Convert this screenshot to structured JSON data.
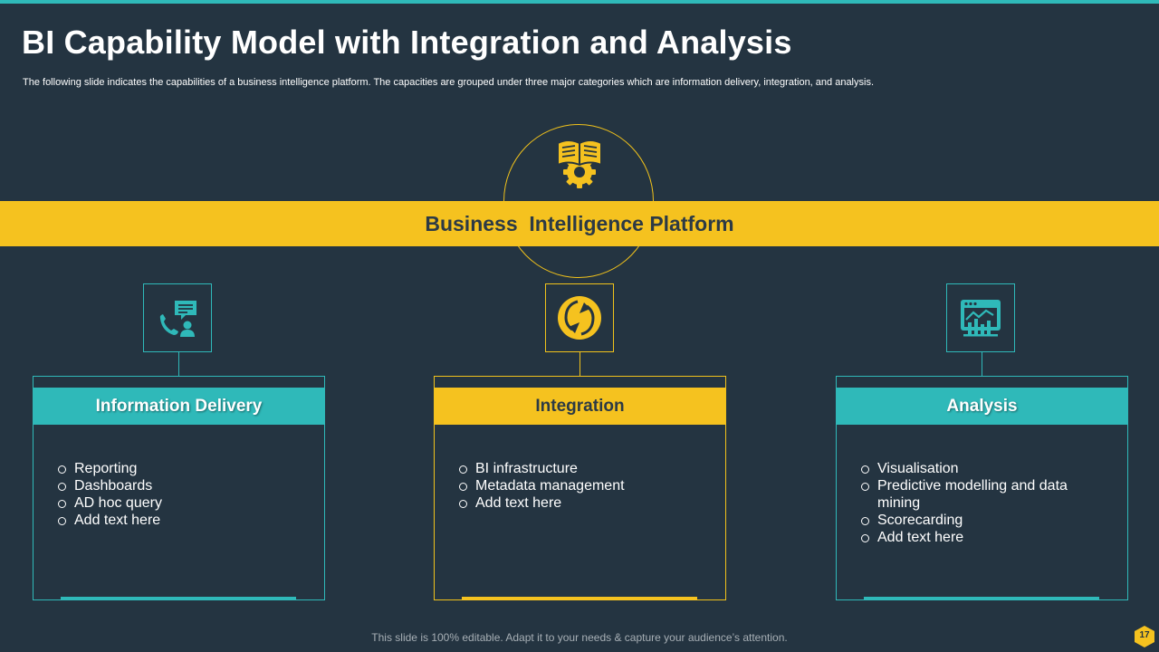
{
  "slide": {
    "title": "BI Capability Model with Integration and Analysis",
    "subtitle": "The following slide indicates the capabilities of a business intelligence platform. The capacities are grouped under three major categories which are information delivery, integration, and analysis.",
    "platform_label": "Business  Intelligence Platform",
    "footer_text": "This slide is 100% editable. Adapt it to your needs & capture your audience’s attention.",
    "page_number": "17"
  },
  "colors": {
    "background": "#243441",
    "teal": "#2FB9B9",
    "yellow": "#F5C21F",
    "text_dark": "#2C3A45"
  },
  "icons": {
    "hub": "book-gear-icon",
    "information_delivery": "call-chat-user-icon",
    "integration": "sync-arrows-icon",
    "analysis": "dashboard-chart-icon"
  },
  "cards": [
    {
      "title": "Information Delivery",
      "items": [
        "Reporting",
        "Dashboards",
        "AD hoc query",
        "Add text here"
      ]
    },
    {
      "title": "Integration",
      "items": [
        "BI infrastructure",
        "Metadata management",
        "Add text here"
      ]
    },
    {
      "title": "Analysis",
      "items": [
        "Visualisation",
        "Predictive modelling and data mining",
        "Scorecarding",
        "Add text here"
      ]
    }
  ]
}
